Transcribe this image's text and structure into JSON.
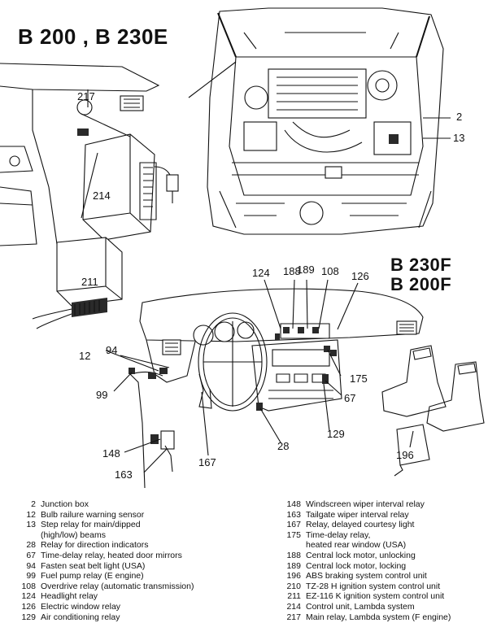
{
  "headings": {
    "top_left": "B 200 , B 230E",
    "right_line1": "B 230F",
    "right_line2": "B 200F"
  },
  "callouts": {
    "c2": "2",
    "c13": "13",
    "c217": "217",
    "c214": "214",
    "c211": "211",
    "c124": "124",
    "c188": "188",
    "c189": "189",
    "c108": "108",
    "c126": "126",
    "c94": "94",
    "c12": "12",
    "c99": "99",
    "c175": "175",
    "c67": "67",
    "c129": "129",
    "c28": "28",
    "c148": "148",
    "c163": "163",
    "c167": "167",
    "c196": "196"
  },
  "legend_left": [
    {
      "num": "2",
      "text": "Junction box"
    },
    {
      "num": "12",
      "text": "Bulb railure warning sensor"
    },
    {
      "num": "13",
      "text": "Step relay for main/dipped"
    },
    {
      "num": "",
      "text": "(high/low) beams"
    },
    {
      "num": "28",
      "text": "Relay for direction indicators"
    },
    {
      "num": "67",
      "text": "Time-delay relay, heated door mirrors"
    },
    {
      "num": "94",
      "text": "Fasten seat belt light (USA)"
    },
    {
      "num": "99",
      "text": "Fuel pump relay (E engine)"
    },
    {
      "num": "108",
      "text": "Overdrive relay (automatic transmission)"
    },
    {
      "num": "124",
      "text": "Headlight relay"
    },
    {
      "num": "126",
      "text": "Electric window relay"
    },
    {
      "num": "129",
      "text": "Air conditioning relay"
    }
  ],
  "legend_right": [
    {
      "num": "148",
      "text": "Windscreen wiper interval relay"
    },
    {
      "num": "163",
      "text": "Tailgate wiper interval relay"
    },
    {
      "num": "167",
      "text": "Relay, delayed courtesy light"
    },
    {
      "num": "175",
      "text": "Time-delay relay,"
    },
    {
      "num": "",
      "text": "heated rear window (USA)"
    },
    {
      "num": "188",
      "text": "Central lock motor, unlocking"
    },
    {
      "num": "189",
      "text": "Central lock motor, locking"
    },
    {
      "num": "196",
      "text": "ABS braking system control unit"
    },
    {
      "num": "210",
      "text": "TZ-28 H ignition system control unit"
    },
    {
      "num": "211",
      "text": "EZ-116 K ignition system control unit"
    },
    {
      "num": "214",
      "text": "Control unit, Lambda system"
    },
    {
      "num": "217",
      "text": "Main relay, Lambda system (F engine)"
    }
  ]
}
